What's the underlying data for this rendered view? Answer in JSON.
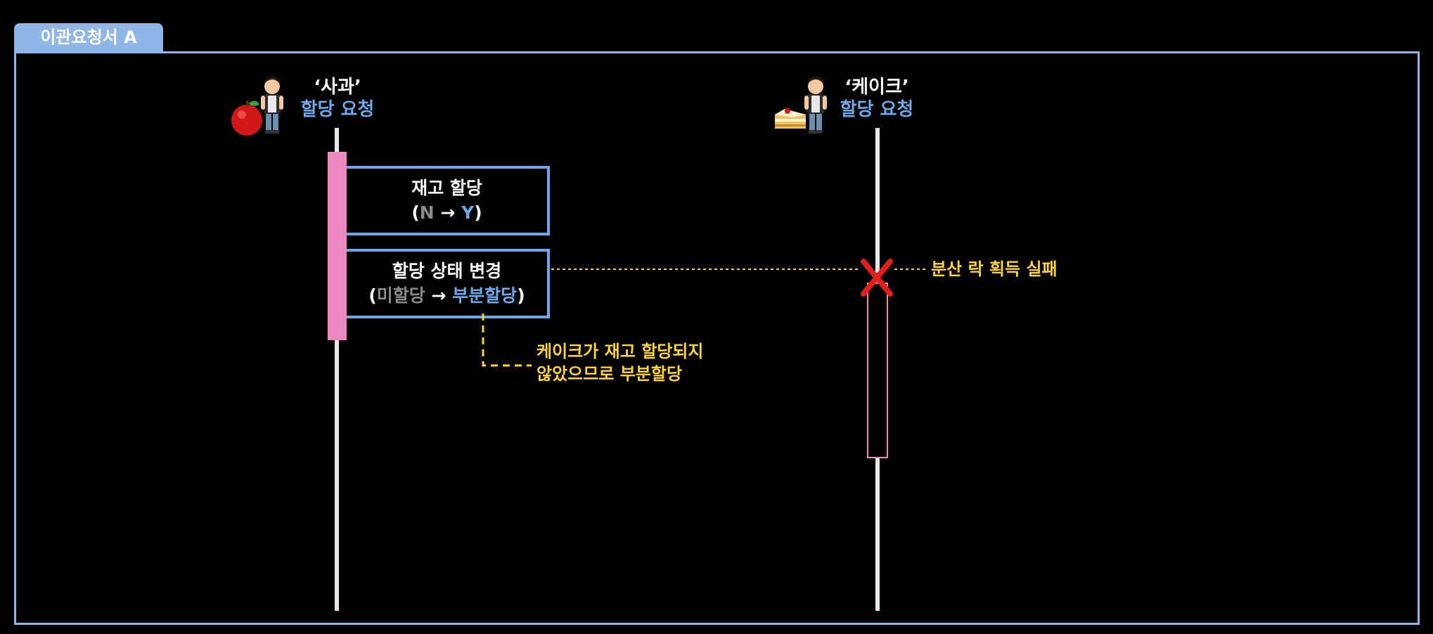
{
  "tab": {
    "label": "이관요청서 A"
  },
  "participants": [
    {
      "name": "‘사과’",
      "sub": "할당 요청"
    },
    {
      "name": "‘케이크’",
      "sub": "할당 요청"
    }
  ],
  "steps": {
    "stock": {
      "title": "재고 할당",
      "open": "(",
      "from": "N",
      "arrow": " → ",
      "to": "Y",
      "close": ")"
    },
    "status": {
      "title": "할당 상태 변경",
      "open": "(",
      "from": "미할당",
      "arrow": " → ",
      "to": "부분할당",
      "close": ")"
    }
  },
  "notes": {
    "lock_fail": "분산 락 획득 실패",
    "partial_line1": "케이크가 재고 할당되지",
    "partial_line2": "않았으므로 부분할당"
  },
  "colors": {
    "accent_blue": "#6fa8e8",
    "activation_pink": "#ee88c0",
    "note_yellow": "#ffd43b",
    "fail_red": "#e02020"
  }
}
